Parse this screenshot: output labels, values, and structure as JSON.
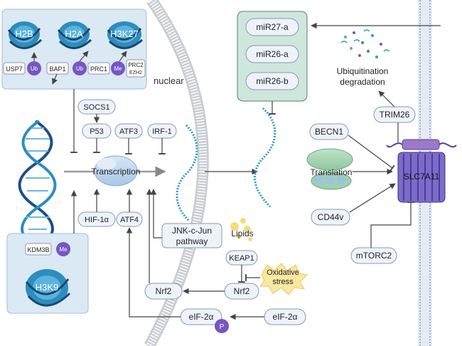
{
  "histones": {
    "h2b": "H2B",
    "h2a": "H2A",
    "h3k27": "H3K27",
    "h3k9": "H3K9"
  },
  "modifiers": {
    "usp7": "USP7",
    "bap1": "BAP1",
    "prc1": "PRC1",
    "prc2": "PRC2",
    "ezh2": "EZH2",
    "kdm3b": "KDM3B",
    "ub": "Ub",
    "me": "Me"
  },
  "labels": {
    "nuclear": "nuclear",
    "transcription": "Transcription",
    "translation": "Translation",
    "ubiquitination": "Ubiquitination",
    "degradation": "degradation",
    "lipids": "Lipids",
    "oxidative": "Oxidative",
    "stress": "stress",
    "jnk_line1": "JNK-c-Jun",
    "jnk_line2": "pathway",
    "phospho": "P"
  },
  "factors": {
    "socs1": "SOCS1",
    "p53": "P53",
    "atf3": "ATF3",
    "irf1": "IRF-1",
    "hif1a": "HIF-1α",
    "atf4": "ATF4",
    "keap1": "KEAP1",
    "nrf2_left": "Nrf2",
    "nrf2_right": "Nrf2",
    "eif2a_p": "eIF-2α",
    "eif2a": "eIF-2α",
    "becn1": "BECN1",
    "trim26": "TRIM26",
    "cd44v": "CD44v",
    "mtorc2": "mTORC2",
    "slc7a11": "SLC7A11"
  },
  "mirnas": [
    "miR27-a",
    "miR26-a",
    "miR26-b"
  ],
  "colors": {
    "box_fill": "#eef3fb",
    "box_stroke": "#8a98ad",
    "histone_panel": "#dbe9f4",
    "mirna_panel": "#cfe6dc",
    "purple": "#7656c4",
    "rna_blue": "#2e98cc",
    "arrow": "#444444",
    "stress_yellow": "#f8e8a0"
  }
}
